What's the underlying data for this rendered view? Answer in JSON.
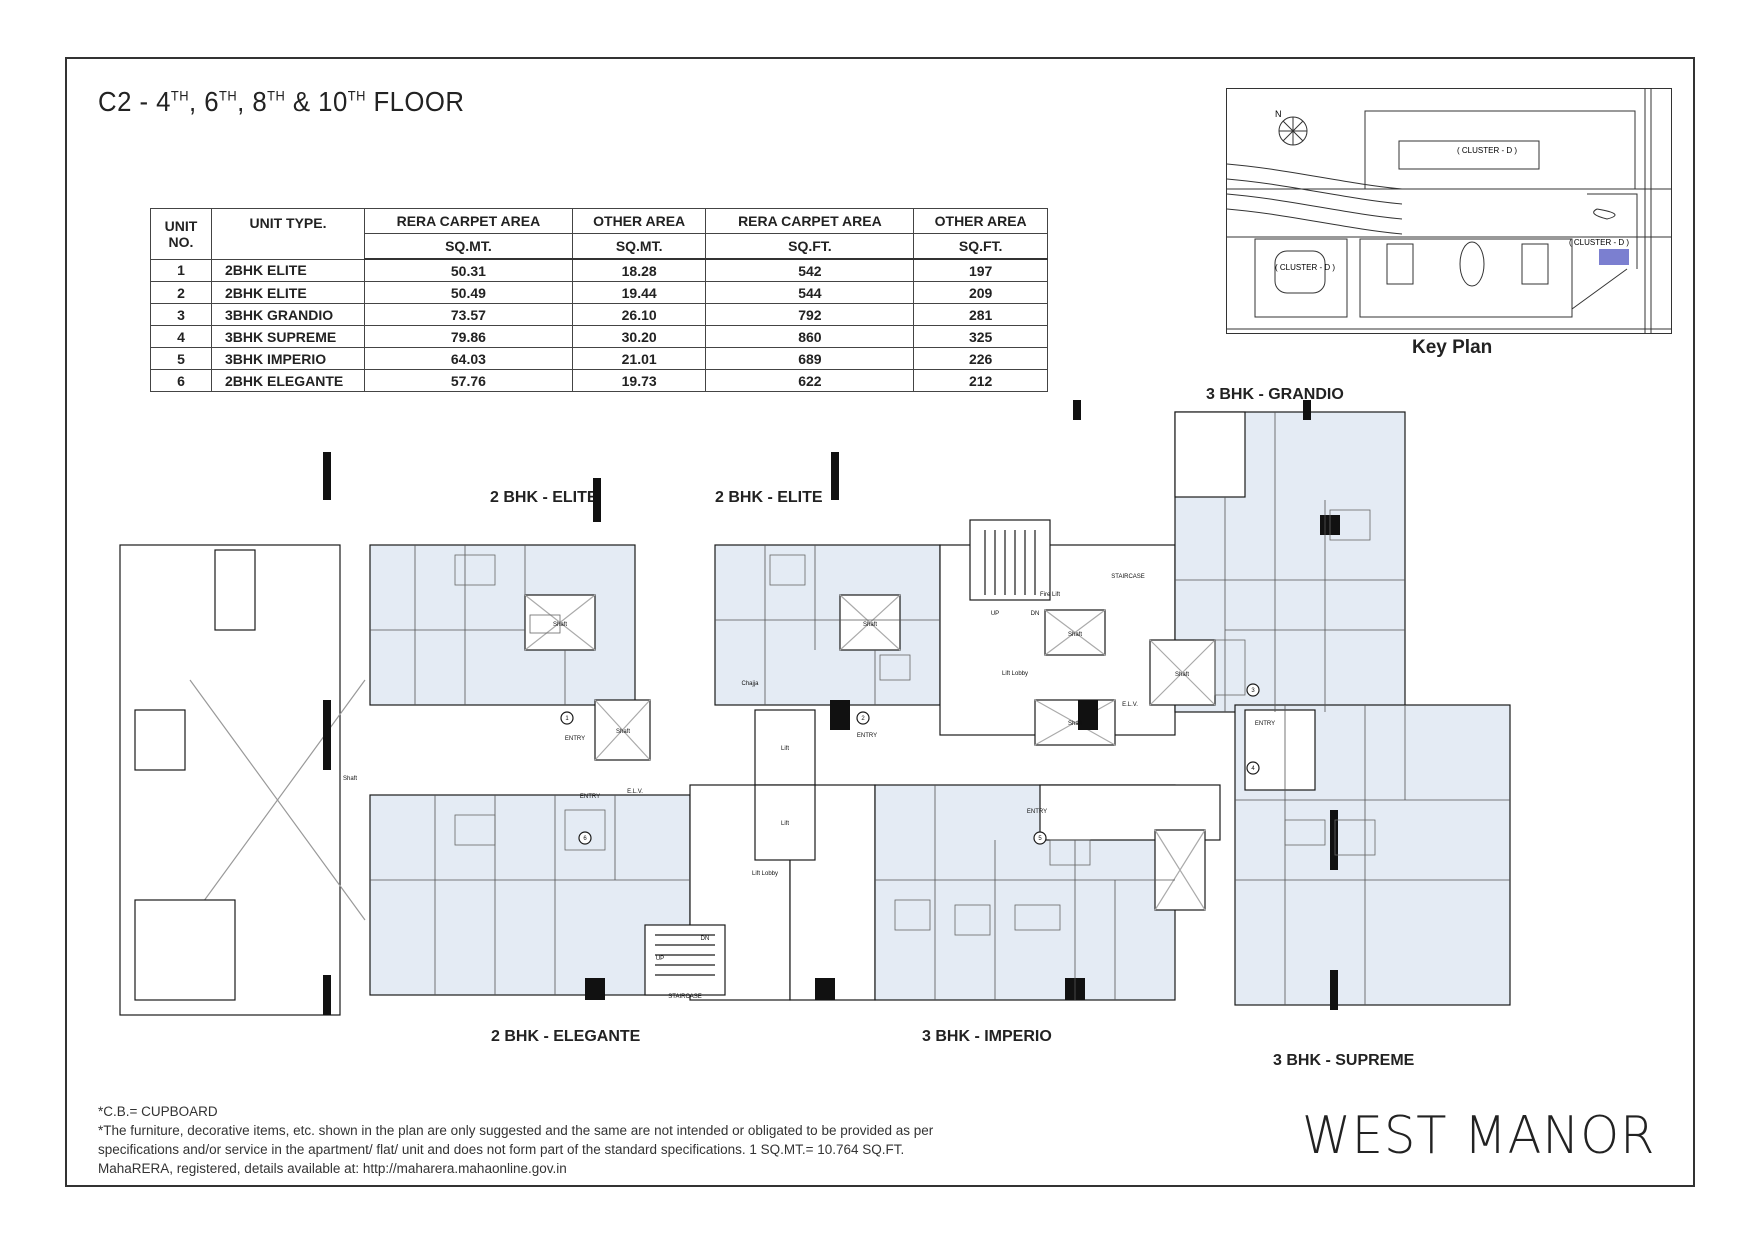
{
  "title": {
    "prefix": "C2 - ",
    "f1": "4",
    "f2": "6",
    "f3": "8",
    "f4": "10",
    "sup": "TH",
    "suffix": "FLOOR",
    "sep": ", ",
    "amp": " & "
  },
  "table": {
    "headers": {
      "unit_no": "UNIT NO.",
      "unit_type": "UNIT TYPE.",
      "rera_sqmt": "RERA CARPET AREA",
      "other_sqmt": "OTHER AREA",
      "rera_sqft": "RERA CARPET AREA",
      "other_sqft": "OTHER AREA",
      "unit_sqmt": "SQ.MT.",
      "unit_sqft": "SQ.FT."
    },
    "rows": [
      {
        "no": "1",
        "type": "2BHK ELITE",
        "rera_sqmt": "50.31",
        "other_sqmt": "18.28",
        "rera_sqft": "542",
        "other_sqft": "197"
      },
      {
        "no": "2",
        "type": "2BHK ELITE",
        "rera_sqmt": "50.49",
        "other_sqmt": "19.44",
        "rera_sqft": "544",
        "other_sqft": "209"
      },
      {
        "no": "3",
        "type": "3BHK GRANDIO",
        "rera_sqmt": "73.57",
        "other_sqmt": "26.10",
        "rera_sqft": "792",
        "other_sqft": "281"
      },
      {
        "no": "4",
        "type": "3BHK SUPREME",
        "rera_sqmt": "79.86",
        "other_sqmt": "30.20",
        "rera_sqft": "860",
        "other_sqft": "325"
      },
      {
        "no": "5",
        "type": "3BHK IMPERIO",
        "rera_sqmt": "64.03",
        "other_sqmt": "21.01",
        "rera_sqft": "689",
        "other_sqft": "226"
      },
      {
        "no": "6",
        "type": "2BHK ELEGANTE",
        "rera_sqmt": "57.76",
        "other_sqmt": "19.73",
        "rera_sqft": "622",
        "other_sqft": "212"
      }
    ]
  },
  "key_plan": {
    "label": "Key Plan",
    "north": "N",
    "clusters": [
      "( CLUSTER - D )",
      "( CLUSTER - D )",
      "( CLUSTER - D )"
    ],
    "highlight_color": "#7b7fd0"
  },
  "units": {
    "elite_1": "2 BHK - ELITE",
    "elite_2": "2 BHK - ELITE",
    "grandio": "3 BHK - GRANDIO",
    "elegante": "2 BHK - ELEGANTE",
    "imperio": "3 BHK - IMPERIO",
    "supreme": "3 BHK - SUPREME"
  },
  "plan_labels": {
    "staircase": "STAIRCASE",
    "lift_lobby": "Lift Lobby",
    "lift": "Lift",
    "shaft": "Shaft",
    "elv": "E.L.V.",
    "entry": "ENTRY",
    "fire_lift": "Fire Lift",
    "chajja": "Chajja",
    "up": "UP",
    "dn": "DN",
    "unit_numbers": [
      "1",
      "2",
      "3",
      "4",
      "5",
      "6"
    ]
  },
  "notes": {
    "cb": "*C.B.= CUPBOARD",
    "line1": "*The furniture, decorative items, etc. shown in the plan are only suggested and the same are not intended or obligated to be provided as per",
    "line2": "specifications and/or service in the apartment/ flat/ unit and does not form part of the standard specifications. 1 SQ.MT.= 10.764 SQ.FT.",
    "line3": "MahaRERA, registered, details available at: http://maharera.mahaonline.gov.in"
  },
  "brand": "WEST MANOR",
  "colors": {
    "unit_fill": "#e4ebf4",
    "wall": "#1a1a1a"
  }
}
